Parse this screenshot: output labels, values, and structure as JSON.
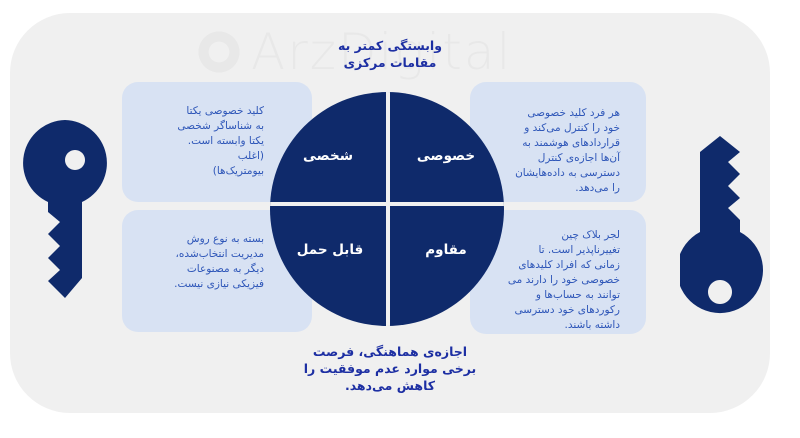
{
  "watermark": {
    "text": "ArzDigital"
  },
  "captions": {
    "top": "وابستگی کمتر به\nمقامات مرکزی",
    "bottom": "اجازه‌ی هماهنگی، فرصت\nبرخی موارد عدم موفقیت را\nکاهش می‌دهد."
  },
  "circle": {
    "color": "#0f2a6b",
    "quadrants": {
      "top_left": "شخصی",
      "top_right": "خصوصی",
      "bottom_left": "قابل حمل",
      "bottom_right": "مقاوم"
    }
  },
  "cards": {
    "top_left": "کلید خصوصی یکتا\nبه شناساگر شخصی\nیکتا وابسته است.\n(اغلب\nبیومتریک‌ها)",
    "top_right": "هر فرد کلید خصوصی\nخود را کنترل می‌کند و\nقراردادهای هوشمند به\nآن‌ها اجازه‌ی کنترل\nدسترسی به داده‌هایشان\nرا می‌دهد.",
    "bottom_left": "بسته به نوع روش\nمدیریت انتخاب‌شده،\nدیگر به مصنوعات\nفیزیکی نیازی نیست.",
    "bottom_right": "لجر بلاک چین\nتغییرناپذیر است. تا\nزمانی که افراد کلیدهای\nخصوصی خود را دارند می\nتوانند به حساب‌ها و\nرکوردهای خود دسترسی\nداشته باشند."
  },
  "colors": {
    "navy": "#0f2a6b",
    "card_bg": "#d8e2f3",
    "card_text": "#2e56b8",
    "caption_text": "#1d2fa3",
    "panel_bg": "#f0f0f0"
  },
  "icons": {
    "left": "key-icon",
    "right": "key-icon"
  }
}
